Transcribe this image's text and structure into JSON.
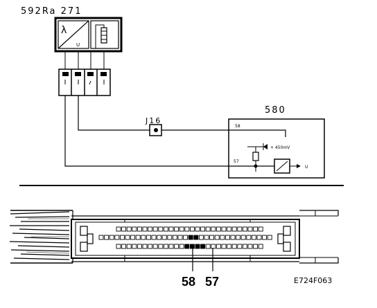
{
  "diagram": {
    "sensor_label": "592Ra 271",
    "junction_label": "J16",
    "control_unit_label": "580",
    "cu_wire_top": "58",
    "cu_wire_bottom": "57",
    "pin_label_a": "58",
    "pin_label_b": "57",
    "figure_code": "E724F063",
    "icons": [
      "lambda-sensor-icon",
      "heater-resistor-icon",
      "diode-icon",
      "amplifier-icon"
    ],
    "colors": {
      "line": "#000000",
      "background": "#ffffff"
    }
  }
}
